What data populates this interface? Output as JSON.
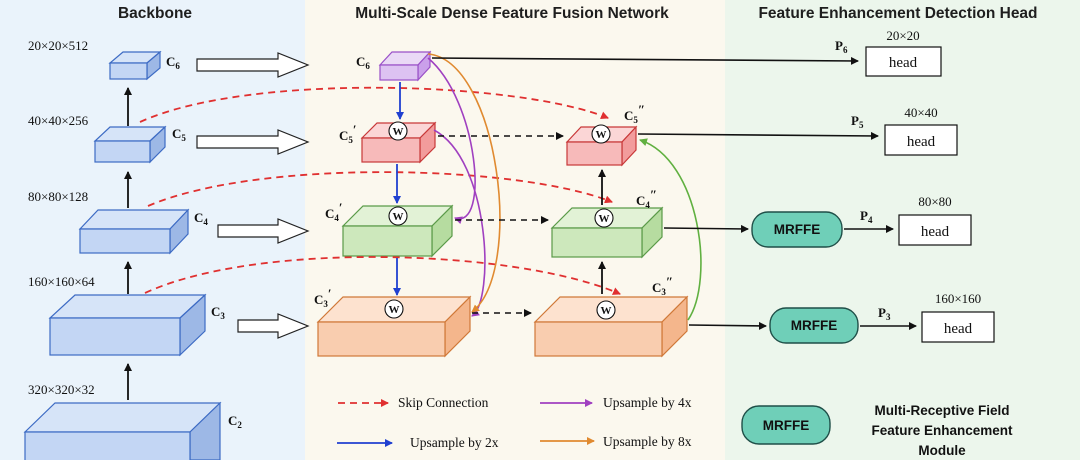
{
  "sections": {
    "backbone": "Backbone",
    "fusion": "Multi-Scale Dense Feature Fusion Network",
    "head": "Feature Enhancement Detection Head"
  },
  "backbone_blocks": {
    "c6": {
      "label": "C",
      "sub": "6",
      "dim": "20×20×512"
    },
    "c5": {
      "label": "C",
      "sub": "5",
      "dim": "40×40×256"
    },
    "c4": {
      "label": "C",
      "sub": "4",
      "dim": "80×80×128"
    },
    "c3": {
      "label": "C",
      "sub": "3",
      "dim": "160×160×64"
    },
    "c2": {
      "label": "C",
      "sub": "2",
      "dim": "320×320×32"
    }
  },
  "fusion_blocks": {
    "c6": {
      "label": "C",
      "sub": "6"
    },
    "c5p": {
      "label": "C",
      "sub": "5",
      "prime": "′"
    },
    "c4p": {
      "label": "C",
      "sub": "4",
      "prime": "′"
    },
    "c3p": {
      "label": "C",
      "sub": "3",
      "prime": "′"
    },
    "c5pp": {
      "label": "C",
      "sub": "5",
      "prime": "″"
    },
    "c4pp": {
      "label": "C",
      "sub": "4",
      "prime": "″"
    },
    "c3pp": {
      "label": "C",
      "sub": "3",
      "prime": "″"
    }
  },
  "weight_symbol": "W",
  "heads": {
    "p6": {
      "label": "P",
      "sub": "6",
      "dim": "20×20",
      "text": "head"
    },
    "p5": {
      "label": "P",
      "sub": "5",
      "dim": "40×40",
      "text": "head"
    },
    "p4": {
      "label": "P",
      "sub": "4",
      "dim": "80×80",
      "text": "head"
    },
    "p3": {
      "label": "P",
      "sub": "3",
      "dim": "160×160",
      "text": "head"
    }
  },
  "mrffe_label": "MRFFE",
  "legend": {
    "skip": "Skip Connection",
    "up2": "Upsample by 2x",
    "up4": "Upsample by 4x",
    "up8": "Upsample by 8x",
    "module_box": "MRFFE",
    "module_line1": "Multi-Receptive Field",
    "module_line2": "Feature Enhancement",
    "module_line3": "Module"
  },
  "colors": {
    "backbone_bg": "#eaf3fb",
    "fusion_bg": "#fbf8ee",
    "head_bg": "#ecf6ec",
    "skip": "#e03030",
    "up2": "#2040d0",
    "up4": "#a040c0",
    "up8": "#e08a30",
    "green_link": "#60b040",
    "mrffe": "#6fcfb8"
  }
}
